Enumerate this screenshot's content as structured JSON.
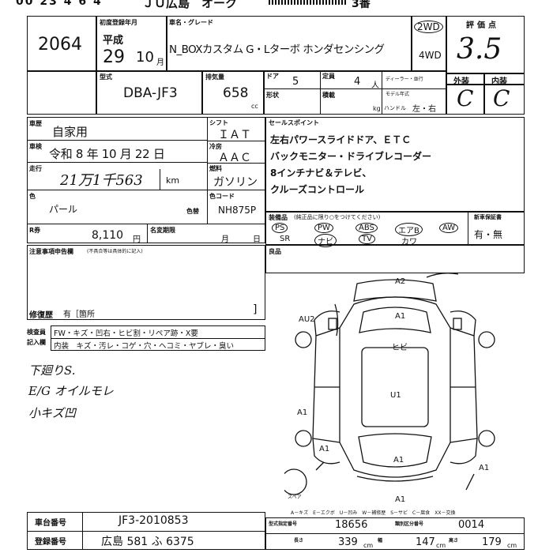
{
  "header": {
    "top_code": "00 23 4 6 4",
    "venue": "ＪＵ広島　オーク",
    "lane": "3番"
  },
  "sheet": {
    "lot_number": "2064",
    "first_reg_label": "初度登録年月",
    "era": "平成",
    "year": "29",
    "month": "10",
    "month_unit": "月",
    "car_name_label": "車名・グレード",
    "car_name": "N_BOXカスタム G・Lターボ ホンダセンシング",
    "drive_2wd": "2WD",
    "drive_4wd": "4WD",
    "model_label": "型式",
    "model": "DBA-JF3",
    "displacement_label": "排気量",
    "displacement": "658",
    "cc": "cc",
    "doors_label": "ドア",
    "doors": "5",
    "capacity_label": "定員",
    "capacity": "4",
    "capacity_unit": "人",
    "shape_label": "形状",
    "load_label": "積載",
    "kg": "kg",
    "handle_label": "ハンドル",
    "handle": "左・右",
    "dealer_label": "ディーラー・並行",
    "model_year_label": "モデル年式",
    "grade_label": "評価点",
    "grade": "3.5",
    "exterior_label": "外装",
    "interior_label": "内装",
    "exterior": "C",
    "interior": "C"
  },
  "registration": {
    "usage_label": "車歴",
    "usage": "自家用",
    "shaken_label": "車検",
    "shaken": "令和 8 年 10 月 22 日",
    "mileage_label": "走行",
    "mileage": "21万1千563",
    "km": "km",
    "shift_label": "シフト",
    "shift": "ＩＡＴ",
    "ac_label": "冷房",
    "ac": "ＡＡＣ",
    "fuel_label": "燃料",
    "fuel": "ガソリン",
    "color_label": "色",
    "color": "パール",
    "repaint_label": "色替",
    "color_code_label": "色コード",
    "color_code": "NH875P",
    "recycle_label": "R券",
    "recycle": "8,110",
    "recycle_unit": "円",
    "meigi_label": "名変期限",
    "meigi_month": "月",
    "meigi_day": "日"
  },
  "notes": {
    "caution_label": "注意事項申告欄",
    "caution_sub": "(不具合等は具体的に記入)",
    "repair_label": "修復歴",
    "repair_value": "有［箇所",
    "sales_point_label": "セールスポイント",
    "sales_points": [
      "左右パワースライドドア、ＥＴＣ",
      "バックモニター・ドライブレコーダー",
      "8インチナビ＆テレビ、",
      "クルーズコントロール"
    ],
    "equipment_label": "装備品",
    "equipment_sub": "(純正品に限り○をつけてください)",
    "equipment": [
      "PS",
      "PW",
      "ABS",
      "エアB",
      "AW",
      "SR",
      "ナビ",
      "TV",
      "カワ"
    ],
    "new_car_warranty_label": "新車保証書",
    "new_car_warranty": "有・無",
    "merit_label": "良品",
    "inspector_label": "検査員記入欄",
    "inspector_row1": "FW・キズ・凹右・ヒビ割・リペア跡・X要",
    "inspector_row2": "内装　キズ・汚レ・コゲ・穴・ヘコミ・ヤブレ・臭い"
  },
  "handwriting": {
    "line1": "下廻りS.",
    "line2": "E/G オイルモレ",
    "line3": "小キズ凹"
  },
  "diagram": {
    "marks": [
      "A2",
      "AU2",
      "A1",
      "A1",
      "ヒビ",
      "U1",
      "A1",
      "A1",
      "A1",
      "A1"
    ],
    "spare": "スペア",
    "legend": "A－キズ　E－エクボ　U－凹み　W－補修歴　S－サビ　C－腐食　XX－交換"
  },
  "footer": {
    "chassis_label": "車台番号",
    "chassis": "JF3-2010853",
    "plate_label": "登録番号",
    "plate": "広島 581 ふ 6375",
    "type_cert_label": "型式指定番号",
    "type_cert": "18656",
    "class_label": "類別区分番号",
    "class_no": "0014",
    "length_label": "長さ",
    "length": "339",
    "width_label": "幅",
    "width": "147",
    "height_label": "高さ",
    "height": "179",
    "cm": "cm"
  }
}
